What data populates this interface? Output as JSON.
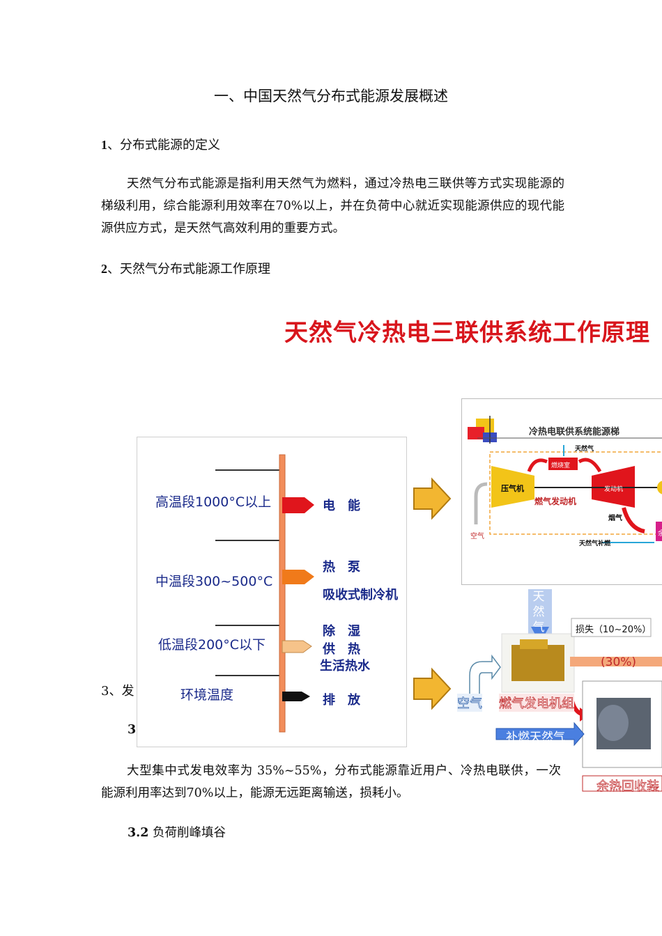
{
  "page": {
    "title": "一、中国天然气分布式能源发展概述",
    "sec1_num": "1",
    "sec1_title": "、分布式能源的定义",
    "para1": "天然气分布式能源是指利用天然气为燃料，通过冷热电三联供等方式实现能源的梯级利用，综合能源利用效率在70%以上，并在负荷中心就近实现能源供应的现代能源供应方式，是天然气高效利用的重要方式。",
    "sec2_num": "2",
    "sec2_title": "、天然气分布式能源工作原理",
    "sec3_partial": "3、发",
    "sub31_partial": "3.",
    "para2": "大型集中式发电效率为 35%~55%，分布式能源靠近用户、冷热电联供，一次能源利用率达到70%以上，能源无远距离输送，损耗小。",
    "sub32_num": "3.2",
    "sub32_title": " 负荷削峰填谷"
  },
  "diagram": {
    "title": "天然气冷热电三联供系统工作原理",
    "left": {
      "rows": [
        {
          "label": "高温段1000°C以上",
          "uses": [
            "电　能"
          ],
          "color": "#e0151c"
        },
        {
          "label": "中温段300~500°C",
          "uses": [
            "热　泵",
            "吸收式制冷机"
          ],
          "color": "#f07a1a"
        },
        {
          "label": "低温段200°C以下",
          "uses": [
            "除　湿",
            "供　热",
            "生活热水"
          ],
          "color": "#f6c38a"
        },
        {
          "label": "环境温度",
          "uses": [
            "排　放"
          ],
          "color": "#111111"
        }
      ]
    },
    "right_top": {
      "header": "冷热电联供系统能源梯",
      "natural_gas": "天然气",
      "combustor": "燃烧室",
      "compressor": "压气机",
      "turbine": "发动机",
      "engine": "燃气发动机",
      "exhaust": "烟气",
      "air": "空气",
      "supp_gas": "天然气补燃",
      "waste": "余"
    },
    "right_bottom": {
      "gas_vertical": "天然气",
      "loss": "损失（10~20%）",
      "pct": "(30%)",
      "air": "空气",
      "generator": "燃气发电机组",
      "supp_gas": "补燃天然气",
      "recovery": "余热回收装"
    }
  }
}
